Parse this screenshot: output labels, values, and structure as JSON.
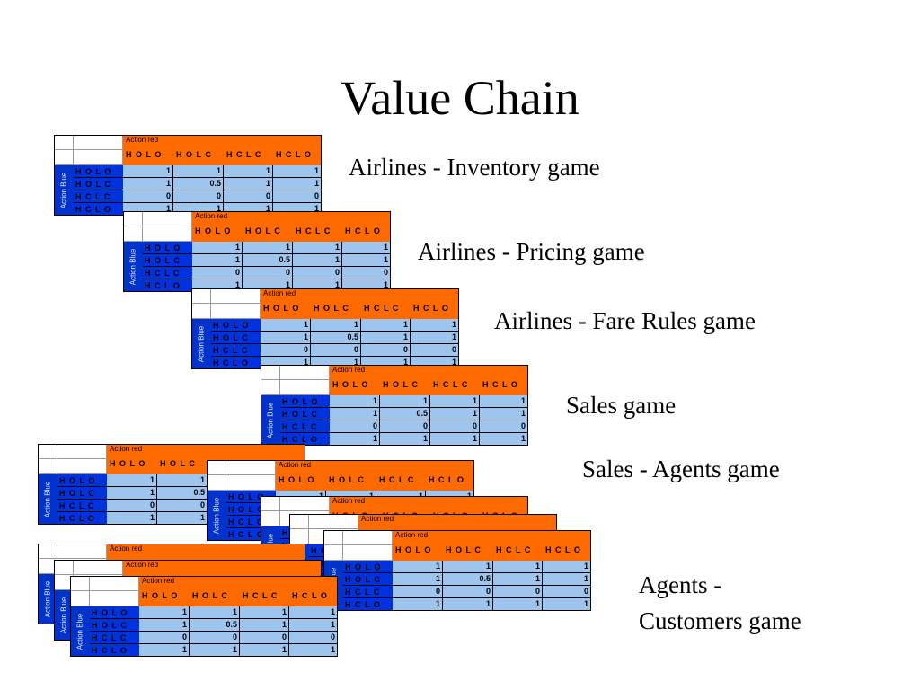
{
  "slide": {
    "title": "Value Chain"
  },
  "matrix": {
    "action_red_label": "Action red",
    "action_blue_label": "Action Blue",
    "actions": [
      "H O L O",
      "H O L C",
      "H C L C",
      "H C L O"
    ],
    "values": [
      [
        "1",
        "1",
        "1",
        "1"
      ],
      [
        "1",
        "0.5",
        "1",
        "1"
      ],
      [
        "0",
        "0",
        "0",
        "0"
      ],
      [
        "1",
        "1",
        "1",
        "1"
      ]
    ]
  },
  "captions": {
    "inventory": "Airlines - Inventory game",
    "pricing": "Airlines - Pricing game",
    "fare_rules": "Airlines - Fare Rules game",
    "sales": "Sales game",
    "sales_agents": "Sales - Agents game",
    "agents_customers_line1": "Agents  -",
    "agents_customers_line2": "Customers game"
  },
  "colors": {
    "header_orange": "#ff6a00",
    "side_blue": "#0033cc",
    "cell_light_blue": "#9ec5ee"
  }
}
